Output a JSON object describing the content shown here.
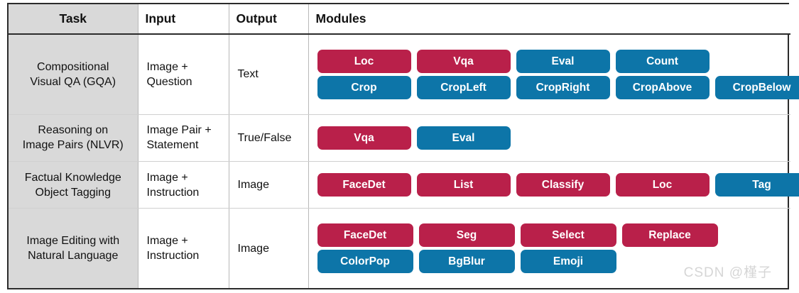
{
  "table": {
    "headers": {
      "task": "Task",
      "input": "Input",
      "output": "Output",
      "modules": "Modules"
    },
    "rows": [
      {
        "task": "Compositional\nVisual QA (GQA)",
        "task_line1": "Compositional",
        "task_line2": "Visual QA (GQA)",
        "input_line1": "Image +",
        "input_line2": "Question",
        "output": "Text",
        "module_rows": [
          [
            {
              "label": "Loc",
              "color": "red"
            },
            {
              "label": "Vqa",
              "color": "red"
            },
            {
              "label": "Eval",
              "color": "blue"
            },
            {
              "label": "Count",
              "color": "blue"
            }
          ],
          [
            {
              "label": "Crop",
              "color": "blue"
            },
            {
              "label": "CropLeft",
              "color": "blue"
            },
            {
              "label": "CropRight",
              "color": "blue"
            },
            {
              "label": "CropAbove",
              "color": "blue"
            },
            {
              "label": "CropBelow",
              "color": "blue"
            }
          ]
        ]
      },
      {
        "task_line1": "Reasoning on",
        "task_line2": "Image Pairs (NLVR)",
        "input_line1": "Image Pair +",
        "input_line2": "Statement",
        "output": "True/False",
        "module_rows": [
          [
            {
              "label": "Vqa",
              "color": "red"
            },
            {
              "label": "Eval",
              "color": "blue"
            }
          ]
        ]
      },
      {
        "task_line1": "Factual Knowledge",
        "task_line2": "Object Tagging",
        "input_line1": "Image +",
        "input_line2": "Instruction",
        "output": "Image",
        "module_rows": [
          [
            {
              "label": "FaceDet",
              "color": "red"
            },
            {
              "label": "List",
              "color": "red"
            },
            {
              "label": "Classify",
              "color": "red"
            },
            {
              "label": "Loc",
              "color": "red"
            },
            {
              "label": "Tag",
              "color": "blue"
            }
          ]
        ]
      },
      {
        "task_line1": "Image Editing with",
        "task_line2": "Natural Language",
        "input_line1": "Image +",
        "input_line2": "Instruction",
        "output": "Image",
        "module_rows": [
          [
            {
              "label": "FaceDet",
              "color": "red"
            },
            {
              "label": "Seg",
              "color": "red"
            },
            {
              "label": "Select",
              "color": "red"
            },
            {
              "label": "Replace",
              "color": "red"
            }
          ],
          [
            {
              "label": "ColorPop",
              "color": "blue"
            },
            {
              "label": "BgBlur",
              "color": "blue"
            },
            {
              "label": "Emoji",
              "color": "blue"
            }
          ]
        ]
      }
    ]
  },
  "watermark": "CSDN @槿子",
  "colors": {
    "pill_red": "#b9204a",
    "pill_blue": "#0d75a8",
    "task_column_bg": "#d9d9d9",
    "border": "#2b2b2b"
  }
}
